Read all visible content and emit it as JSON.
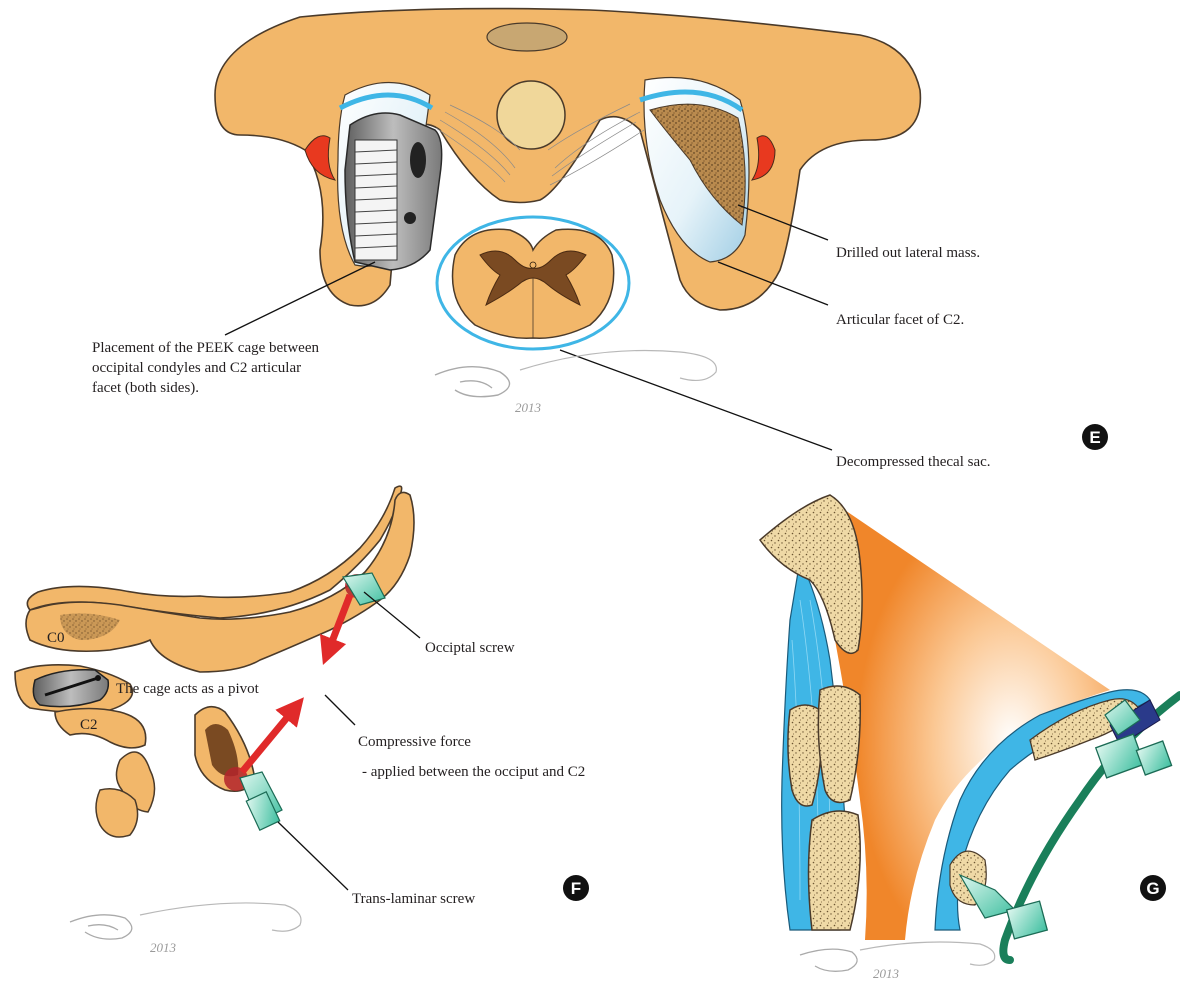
{
  "panels": {
    "E": {
      "letter": "E",
      "labels": {
        "drilled": "Drilled out lateral mass.",
        "articular": "Articular facet of C2.",
        "placement_line1": "Placement of the PEEK cage between",
        "placement_line2": "occipital condyles and C2 articular",
        "placement_line3": "facet (both sides).",
        "thecal": "Decompressed thecal sac."
      },
      "signature": "2013"
    },
    "F": {
      "letter": "F",
      "labels": {
        "c0": "C0",
        "c2": "C2",
        "occipital": "Occiptal screw",
        "pivot": "The cage acts as a pivot",
        "compressive_line1": "Compressive force",
        "compressive_line2": "- applied between the occiput and C2",
        "translaminar": "Trans-laminar screw"
      },
      "signature": "2013"
    },
    "G": {
      "letter": "G",
      "labels": {},
      "signature": "2013"
    }
  },
  "colors": {
    "bone": "#f2b76a",
    "cancellous": "#c8a772",
    "cage": "#8a8a8a",
    "dura": "#3fb6e6",
    "arrow": "#e02a2a",
    "screw": "#47c7a8",
    "rod": "#1a7f5a",
    "label_text": "#231f20"
  }
}
